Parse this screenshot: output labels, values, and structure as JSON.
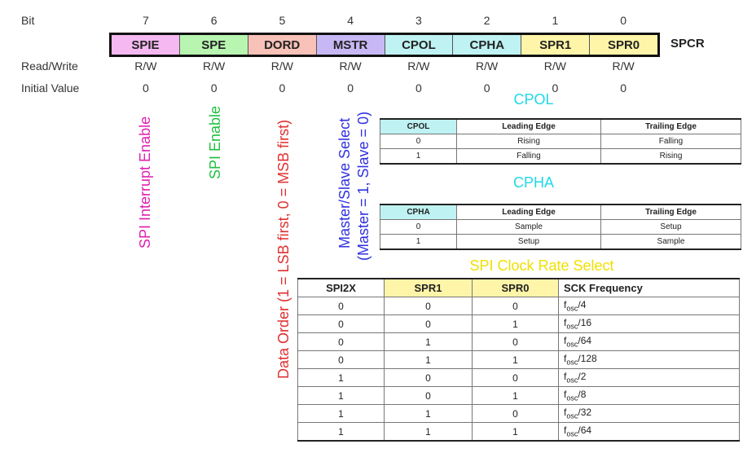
{
  "header": {
    "bit_label": "Bit",
    "rw_label": "Read/Write",
    "init_label": "Initial Value",
    "register_name": "SPCR"
  },
  "bits": [
    "7",
    "6",
    "5",
    "4",
    "3",
    "2",
    "1",
    "0"
  ],
  "fields": [
    {
      "name": "SPIE",
      "color": "#f5b8f0"
    },
    {
      "name": "SPE",
      "color": "#b8f5b0"
    },
    {
      "name": "DORD",
      "color": "#f8c2b8"
    },
    {
      "name": "MSTR",
      "color": "#c7b8f5"
    },
    {
      "name": "CPOL",
      "color": "#bff2f2"
    },
    {
      "name": "CPHA",
      "color": "#bff2f2"
    },
    {
      "name": "SPR1",
      "color": "#fff5a8"
    },
    {
      "name": "SPR0",
      "color": "#fff5a8"
    }
  ],
  "rw": [
    "R/W",
    "R/W",
    "R/W",
    "R/W",
    "R/W",
    "R/W",
    "R/W",
    "R/W"
  ],
  "init": [
    "0",
    "0",
    "0",
    "0",
    "0",
    "0",
    "0",
    "0"
  ],
  "annotations": {
    "spie": {
      "text": "SPI Interrupt Enable",
      "color": "#e020b0"
    },
    "spe": {
      "text": "SPI Enable",
      "color": "#20c040"
    },
    "dord": {
      "text": "Data Order (1 = LSB first, 0 = MSB first)",
      "color": "#e03030"
    },
    "mstr_line1": {
      "text": "Master/Slave Select",
      "color": "#3030e0"
    },
    "mstr_line2": {
      "text": "(Master = 1, Slave = 0)",
      "color": "#3030e0"
    }
  },
  "cpol_table": {
    "title": "CPOL",
    "title_color": "#20d8e8",
    "header_color": "#bff2f2",
    "headers": [
      "CPOL",
      "Leading Edge",
      "Trailing Edge"
    ],
    "rows": [
      [
        "0",
        "Rising",
        "Falling"
      ],
      [
        "1",
        "Falling",
        "Rising"
      ]
    ]
  },
  "cpha_table": {
    "title": "CPHA",
    "title_color": "#20d8e8",
    "header_color": "#bff2f2",
    "headers": [
      "CPHA",
      "Leading Edge",
      "Trailing Edge"
    ],
    "rows": [
      [
        "0",
        "Sample",
        "Setup"
      ],
      [
        "1",
        "Setup",
        "Sample"
      ]
    ]
  },
  "clock_table": {
    "title": "SPI Clock Rate Select",
    "title_color": "#f0e000",
    "header_color": "#fff5a8",
    "headers": [
      "SPI2X",
      "SPR1",
      "SPR0",
      "SCK Frequency"
    ],
    "osc_base": "f",
    "osc_sub": "osc",
    "rows": [
      [
        "0",
        "0",
        "0",
        "/4"
      ],
      [
        "0",
        "0",
        "1",
        "/16"
      ],
      [
        "0",
        "1",
        "0",
        "/64"
      ],
      [
        "0",
        "1",
        "1",
        "/128"
      ],
      [
        "1",
        "0",
        "0",
        "/2"
      ],
      [
        "1",
        "0",
        "1",
        "/8"
      ],
      [
        "1",
        "1",
        "0",
        "/32"
      ],
      [
        "1",
        "1",
        "1",
        "/64"
      ]
    ]
  }
}
